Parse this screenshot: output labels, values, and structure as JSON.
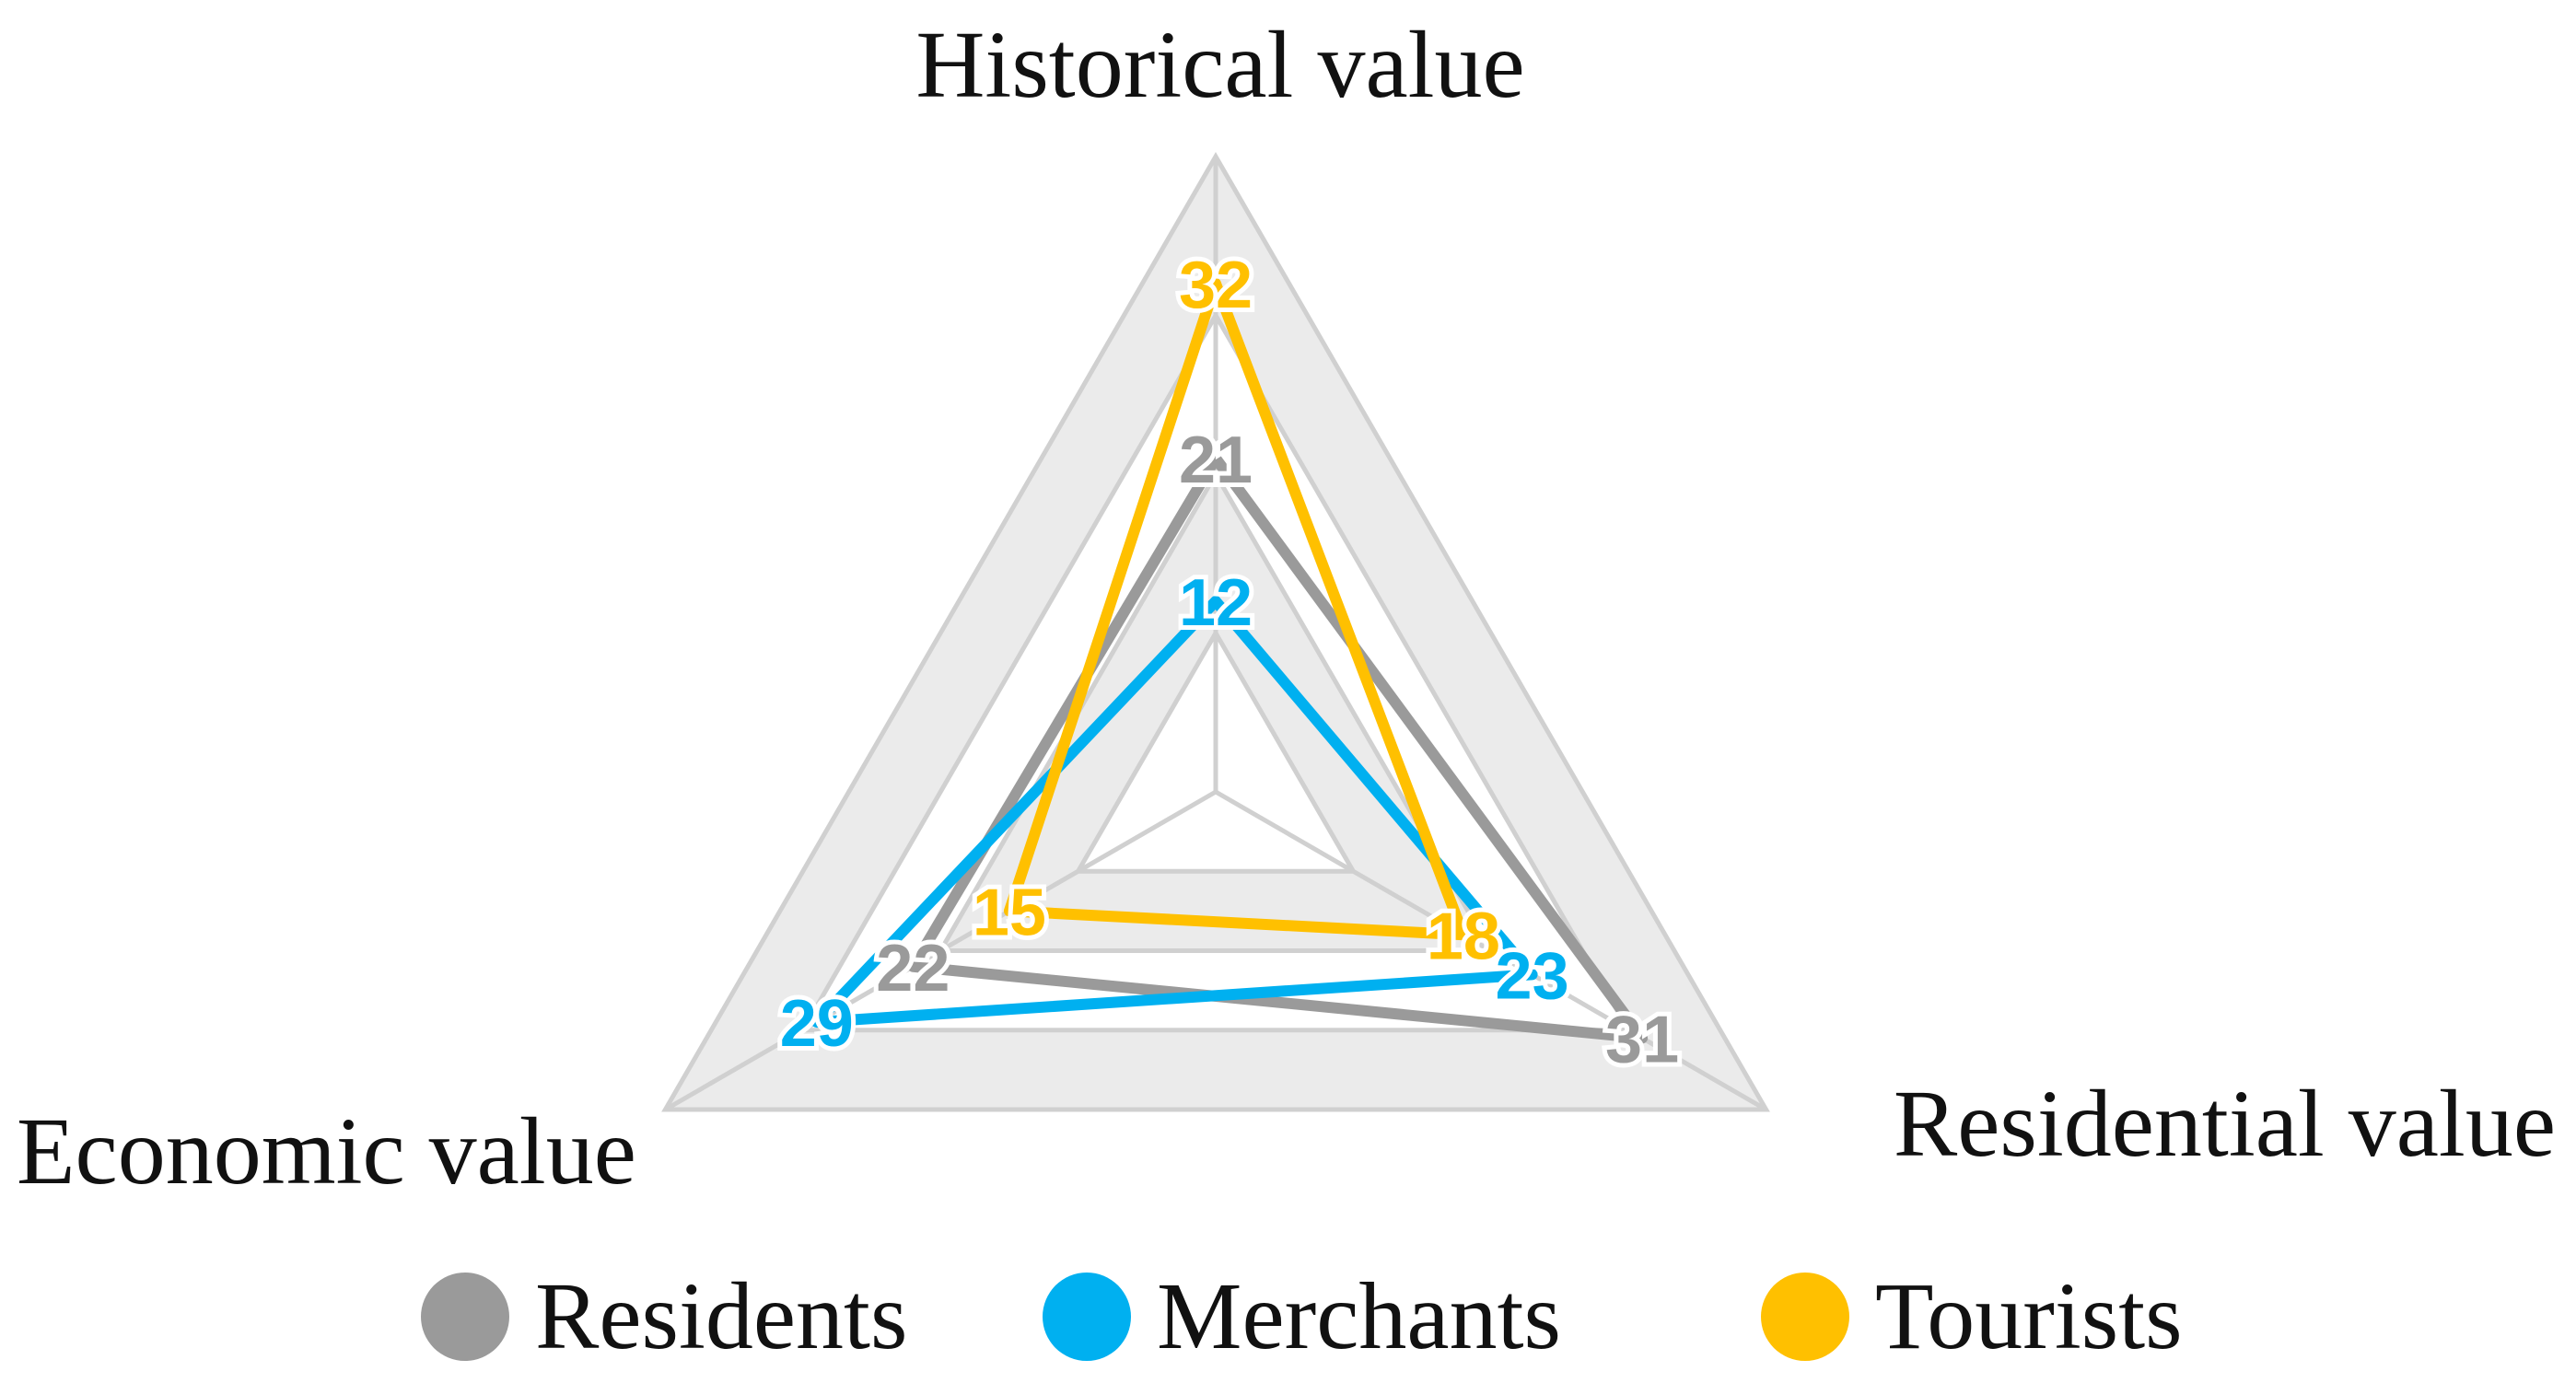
{
  "chart_data": {
    "type": "radar",
    "axes": [
      "Historical value",
      "Residential value",
      "Economic value"
    ],
    "series": [
      {
        "name": "Residents",
        "color": "#9a9a9a",
        "values": [
          21,
          31,
          22
        ]
      },
      {
        "name": "Merchants",
        "color": "#00b0f0",
        "values": [
          12,
          23,
          29
        ]
      },
      {
        "name": "Tourists",
        "color": "#ffc000",
        "values": [
          32,
          18,
          15
        ]
      }
    ],
    "rmax": 40,
    "rings": [
      10,
      20,
      30,
      40
    ],
    "grid": true,
    "legend_position": "bottom"
  }
}
